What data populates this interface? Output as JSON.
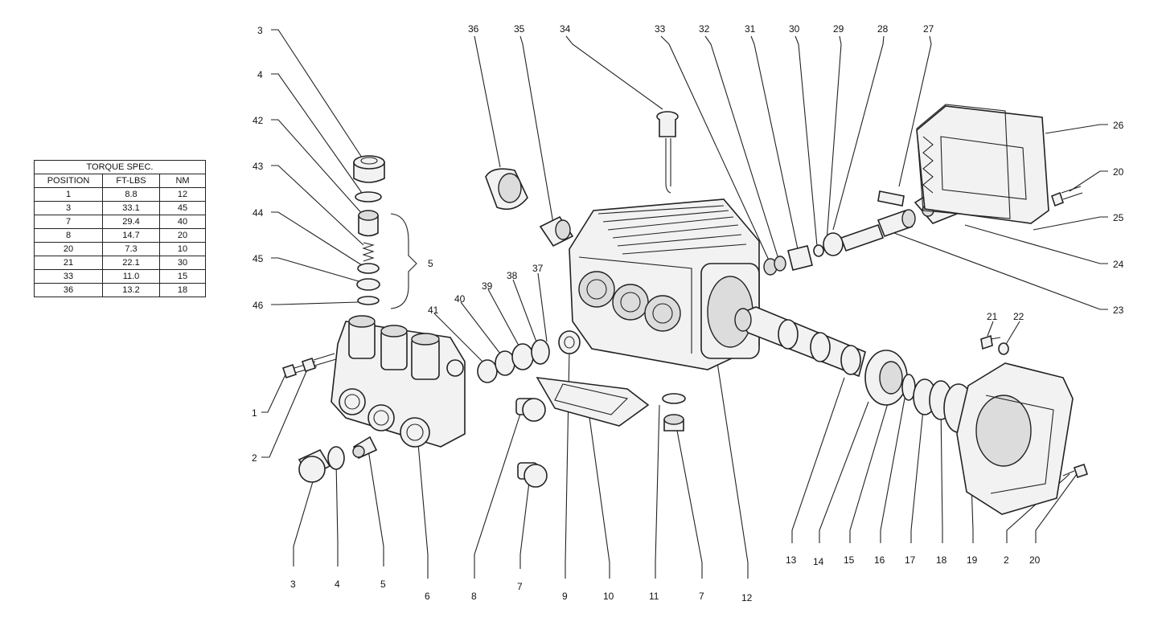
{
  "torque_table": {
    "title": "TORQUE SPEC.",
    "headers": [
      "POSITION",
      "FT-LBS",
      "NM"
    ],
    "rows": [
      [
        "1",
        "8.8",
        "12"
      ],
      [
        "3",
        "33.1",
        "45"
      ],
      [
        "7",
        "29.4",
        "40"
      ],
      [
        "8",
        "14.7",
        "20"
      ],
      [
        "20",
        "7.3",
        "10"
      ],
      [
        "21",
        "22.1",
        "30"
      ],
      [
        "33",
        "11.0",
        "15"
      ],
      [
        "36",
        "13.2",
        "18"
      ]
    ]
  },
  "callouts": {
    "top_left": [
      "3",
      "4",
      "42",
      "43",
      "44",
      "45",
      "46"
    ],
    "group": "5",
    "left_lower": [
      "1",
      "2"
    ],
    "bottom": [
      "3",
      "4",
      "5",
      "6",
      "8",
      "7",
      "9",
      "10",
      "11",
      "7",
      "12",
      "13",
      "14",
      "15",
      "16",
      "17",
      "18",
      "19",
      "2",
      "20"
    ],
    "top": [
      "36",
      "35",
      "34",
      "33",
      "32",
      "31",
      "30",
      "29",
      "28",
      "27"
    ],
    "middle": [
      "41",
      "40",
      "39",
      "38",
      "37"
    ],
    "right": [
      "26",
      "20",
      "25",
      "24",
      "23"
    ],
    "right_small": [
      "21",
      "22"
    ]
  }
}
